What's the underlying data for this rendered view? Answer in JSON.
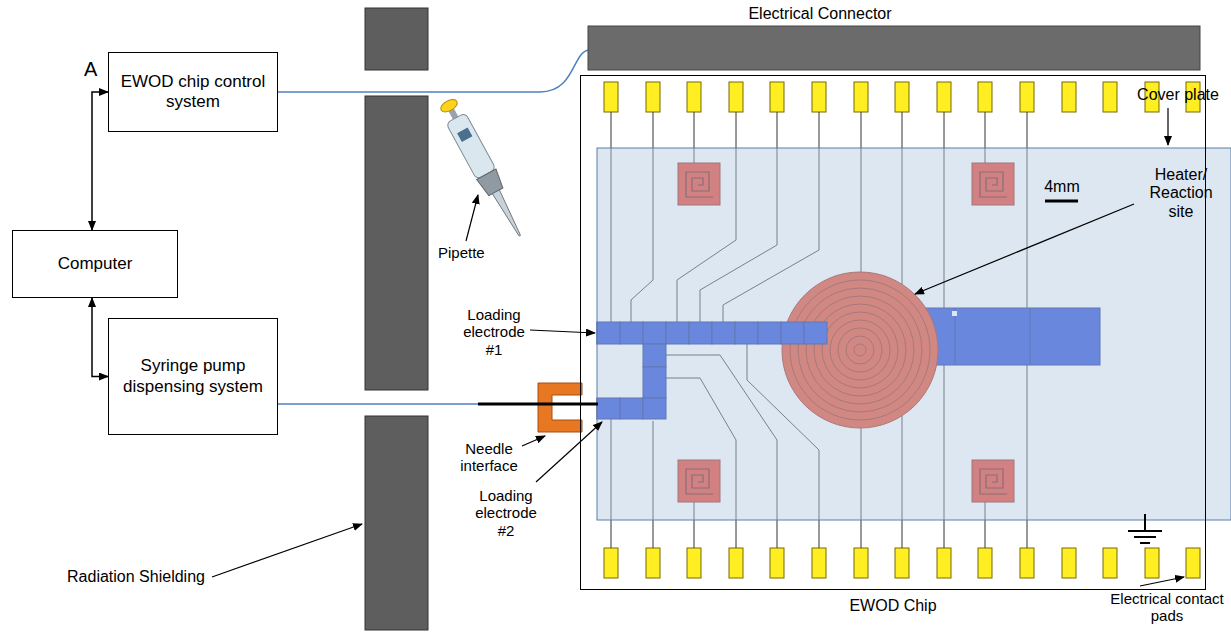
{
  "diagram": {
    "nodes": [
      {
        "text": [
          "EWOD chip control system"
        ]
      },
      {
        "text": [
          "Computer"
        ]
      },
      {
        "text": [
          "Syringe pump dispensing system"
        ]
      },
      {
        "text": [
          "EWOD Chip"
        ]
      }
    ],
    "edges": [
      {
        "from": 1,
        "to": 0,
        "arrow": "both"
      },
      {
        "from": 1,
        "to": 2,
        "arrow": "both"
      }
    ],
    "labels": [
      "A",
      "Electrical Connector",
      "Cover plate",
      "4mm",
      "Heater/ Reaction site",
      "Pipette",
      "Loading electrode #1",
      "Needle interface",
      "Loading electrode #2",
      "Radiation Shielding",
      "Electrical contact pads"
    ]
  }
}
